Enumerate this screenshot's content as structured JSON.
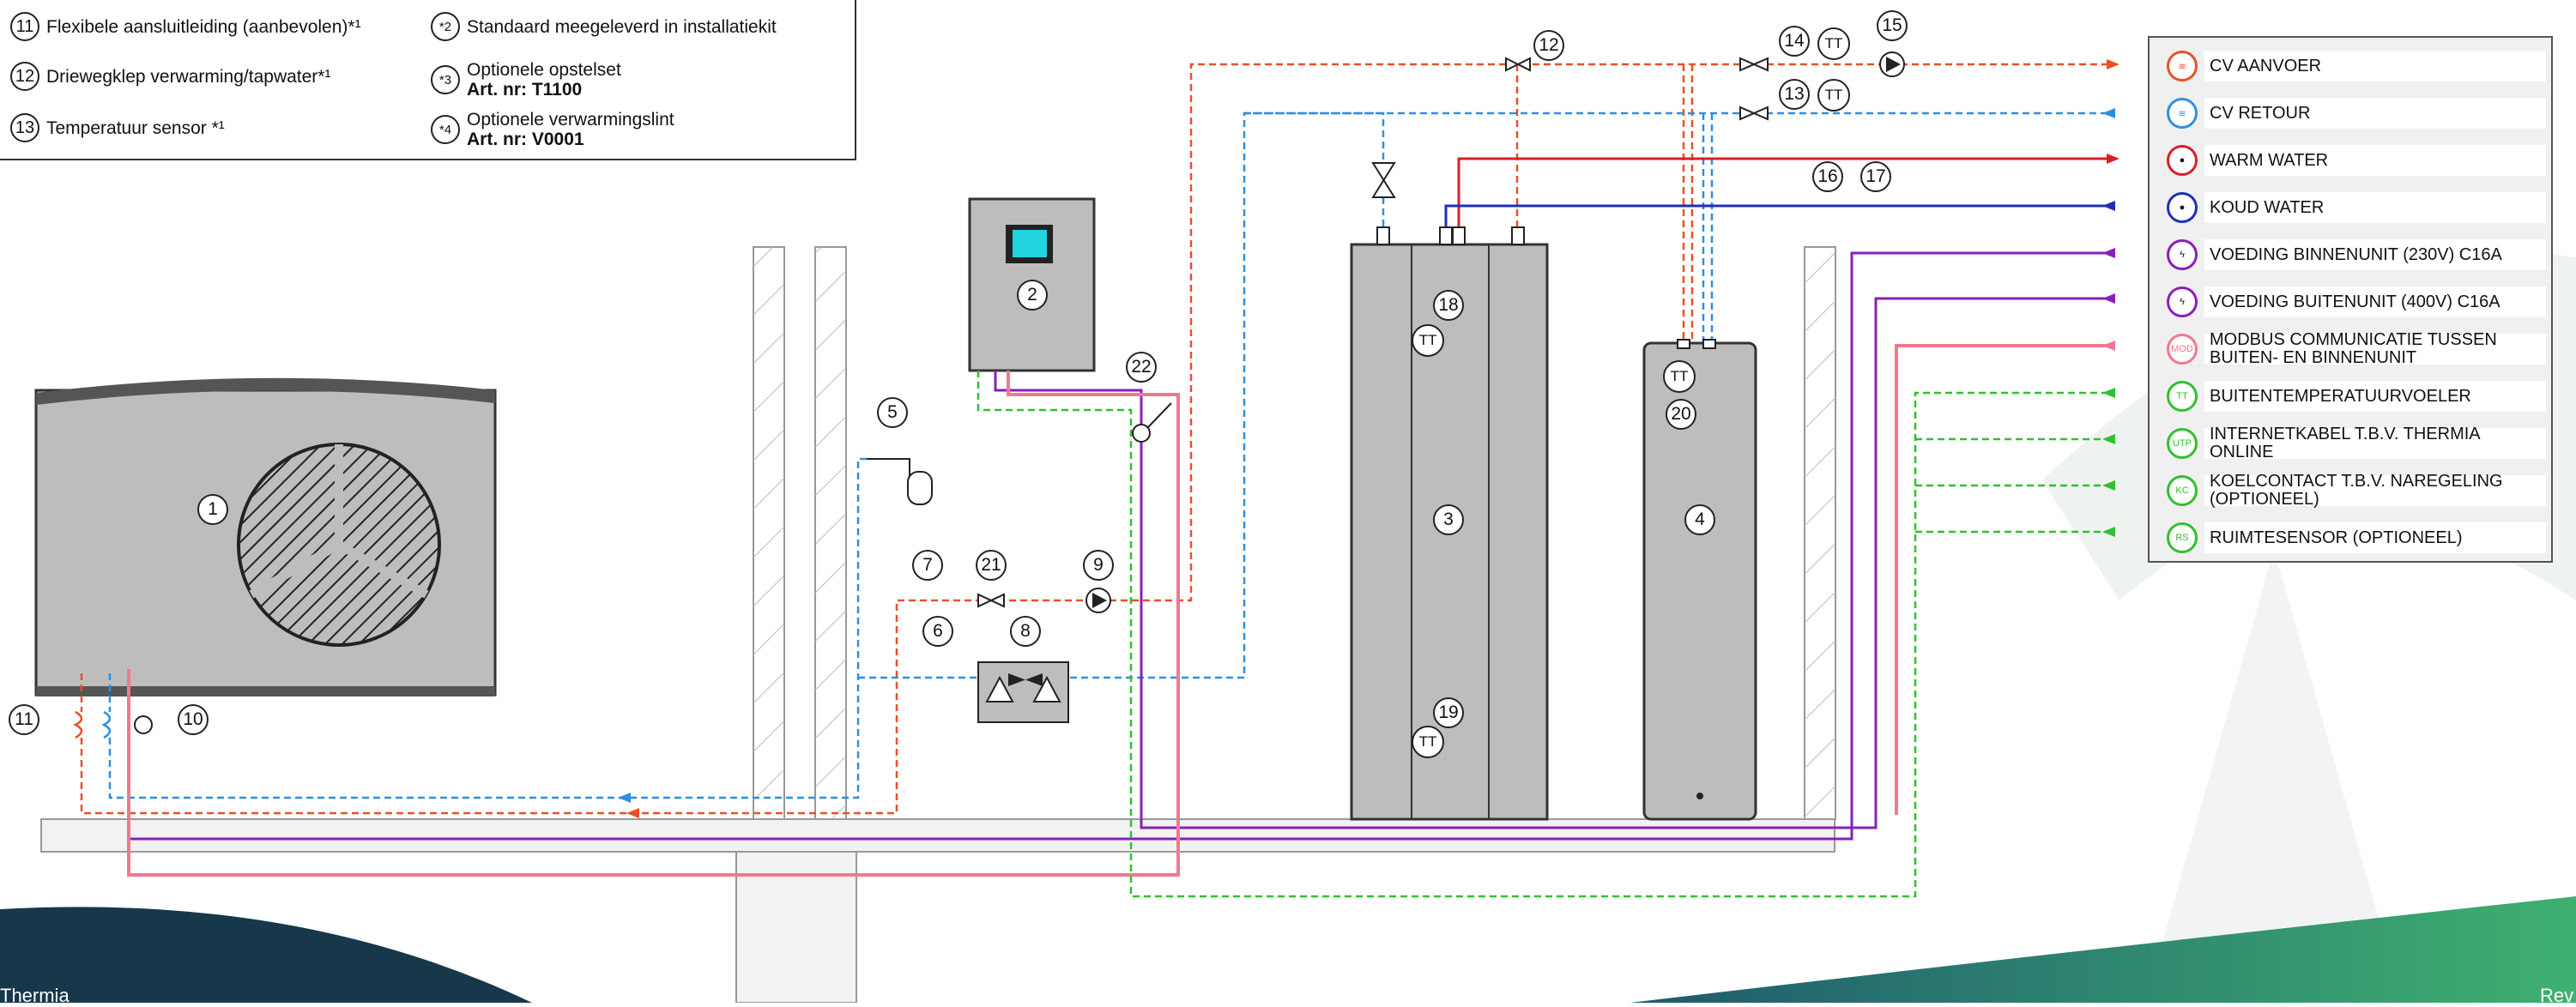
{
  "legend": {
    "items": [
      {
        "num": "11",
        "text": "Flexibele aansluitleiding (aanbevolen)*¹"
      },
      {
        "num": "12",
        "text": "Driewegklep verwarming/tapwater*¹"
      },
      {
        "num": "13",
        "text": "Temperatuur sensor *¹"
      },
      {
        "num": "*2",
        "text": "Standaard meegeleverd in installatiekit"
      },
      {
        "num": "*3",
        "text": "Optionele opstelset",
        "sub": "Art. nr: T1100"
      },
      {
        "num": "*4",
        "text": "Optionele verwarmingslint",
        "sub": "Art. nr: V0001"
      }
    ]
  },
  "connections": [
    {
      "label": "CV AANVOER",
      "icon": "radiator-icon",
      "color": "#e8502a"
    },
    {
      "label": "CV RETOUR",
      "icon": "radiator-icon",
      "color": "#2e8fe0"
    },
    {
      "label": "WARM WATER",
      "icon": "drop-icon",
      "color": "#d81f26"
    },
    {
      "label": "KOUD WATER",
      "icon": "drop-icon",
      "color": "#1e2fb8"
    },
    {
      "label": "VOEDING BINNENUNIT (230V) C16A",
      "icon": "lightning-icon",
      "color": "#8a1fb8"
    },
    {
      "label": "VOEDING BUITENUNIT (400V) C16A",
      "icon": "lightning-icon",
      "color": "#8a1fb8"
    },
    {
      "label": "MODBUS COMMUNICATIE TUSSEN BUITEN- EN BINNENUNIT",
      "icon": "MOD",
      "color": "#f07890"
    },
    {
      "label": "BUITENTEMPERATUURVOELER",
      "icon": "TT",
      "color": "#30c030"
    },
    {
      "label": "INTERNETKABEL T.B.V. THERMIA ONLINE",
      "icon": "UTP",
      "color": "#30c030"
    },
    {
      "label": "KOELCONTACT T.B.V. NAREGELING (OPTIONEEL)",
      "icon": "KC",
      "color": "#30c030"
    },
    {
      "label": "RUIMTESENSOR (OPTIONEEL)",
      "icon": "RS",
      "color": "#30c030"
    }
  ],
  "callouts": {
    "c1": "1",
    "c2": "2",
    "c3": "3",
    "c4": "4",
    "c5": "5",
    "c6": "6",
    "c7": "7",
    "c8": "8",
    "c9": "9",
    "c10": "10",
    "c11": "11",
    "c12": "12",
    "c13": "13",
    "c14": "14",
    "c15": "15",
    "c16": "16",
    "c17": "17",
    "c18": "18",
    "c19": "19",
    "c20": "20",
    "c21": "21",
    "c22": "22"
  },
  "tt_label": "TT",
  "footer": {
    "left": "Thermia",
    "right": "Rev"
  },
  "colors": {
    "cv_supply": "#e8502a",
    "cv_return": "#2e8fe0",
    "warm": "#d81f26",
    "cold": "#1e2fb8",
    "power": "#8a1fb8",
    "modbus": "#f07890",
    "signal": "#30c030",
    "unit_gray": "#bdbdbd",
    "teal": "#1e6b6b",
    "green": "#3aa66a"
  }
}
